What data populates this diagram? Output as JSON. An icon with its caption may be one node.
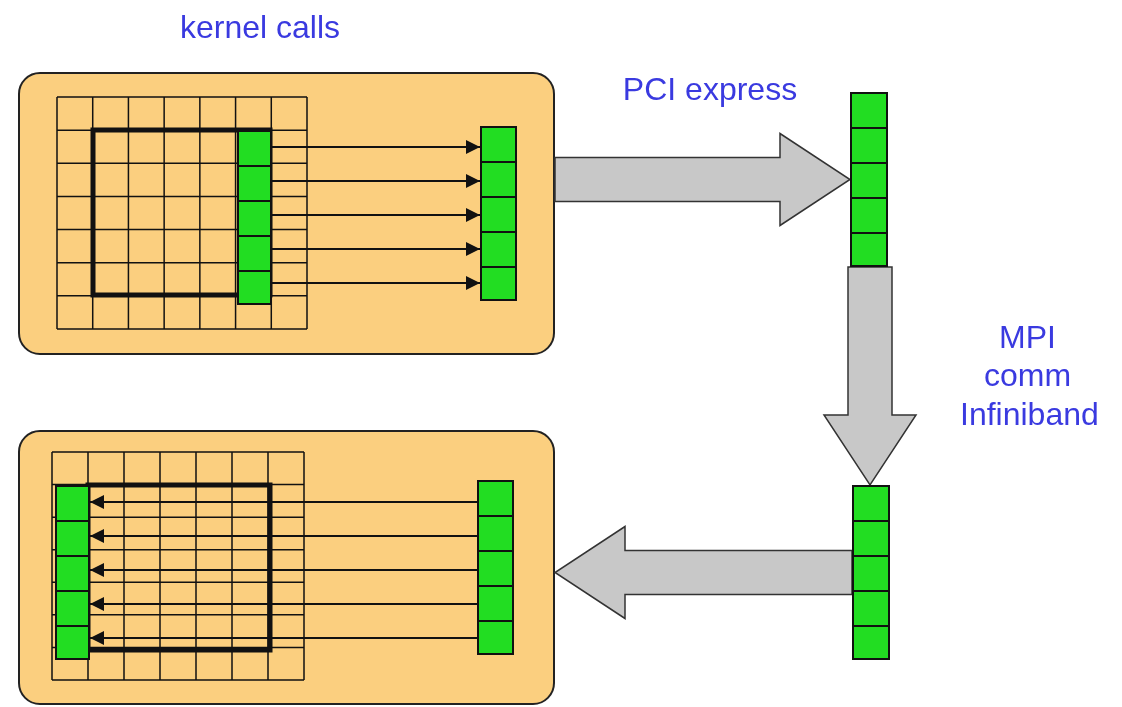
{
  "diagram": {
    "nodes": [
      {
        "text": [],
        "shape": "box"
      },
      {
        "text": [],
        "shape": "bar",
        "in": 0
      },
      {
        "text": [],
        "shape": "bar",
        "in": 0
      },
      {
        "text": [],
        "shape": "bar"
      },
      {
        "text": [],
        "shape": "bar"
      },
      {
        "text": [],
        "shape": "box"
      },
      {
        "text": [],
        "shape": "bar",
        "in": 5
      },
      {
        "text": [],
        "shape": "bar",
        "in": 5
      }
    ],
    "edges": [
      {
        "from": 1,
        "to": 2,
        "arrow": "to"
      },
      {
        "from": 1,
        "to": 2,
        "arrow": "to"
      },
      {
        "from": 1,
        "to": 2,
        "arrow": "to"
      },
      {
        "from": 1,
        "to": 2,
        "arrow": "to"
      },
      {
        "from": 1,
        "to": 2,
        "arrow": "to"
      },
      {
        "from": 0,
        "to": 3,
        "arrow": "to",
        "label": "PCI express",
        "style": "thick",
        "color": "#c8c8c8"
      },
      {
        "from": 3,
        "to": 4,
        "arrow": "to",
        "label": "MPI comm Infiniband",
        "style": "thick",
        "color": "#c8c8c8"
      },
      {
        "from": 4,
        "to": 5,
        "arrow": "to",
        "style": "thick",
        "color": "#c8c8c8"
      },
      {
        "from": 7,
        "to": 6,
        "arrow": "to"
      },
      {
        "from": 7,
        "to": 6,
        "arrow": "to"
      },
      {
        "from": 7,
        "to": 6,
        "arrow": "to"
      },
      {
        "from": 7,
        "to": 6,
        "arrow": "to"
      },
      {
        "from": 7,
        "to": 6,
        "arrow": "to"
      }
    ],
    "labels": [
      "kernel calls"
    ]
  }
}
